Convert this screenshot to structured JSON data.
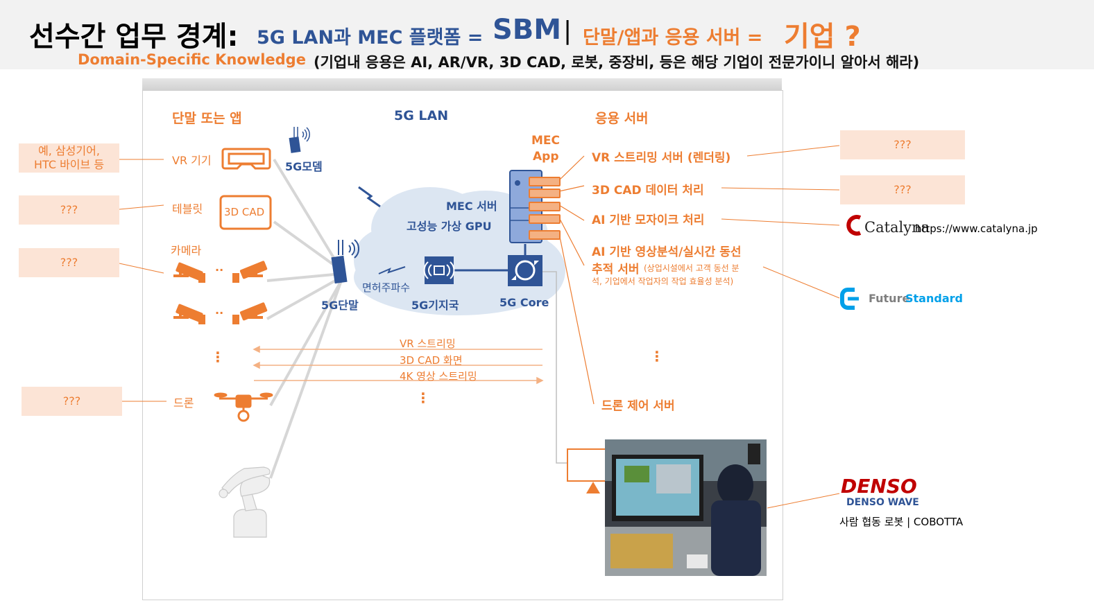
{
  "header": {
    "title_main": "선수간 업무 경계:",
    "title_5g": "5G LAN과 MEC 플랫폼 =",
    "title_sbm": "SBM",
    "title_bar": "|",
    "title_device": "단말/앱과 응용 서버 =",
    "title_enterprise": "기업 ?",
    "subtitle_orange": "Domain-Specific Knowledge",
    "subtitle_black": "(기업내 응용은 AI, AR/VR, 3D CAD, 로봇, 중장비, 등은 해당 기업이 전문가이니 알아서 해라)"
  },
  "columns": {
    "devices": "단말 또는 앱",
    "lan": "5G LAN",
    "servers": "응용 서버"
  },
  "devices": {
    "vr": "VR 기기",
    "tablet": "테블릿",
    "cad_badge": "3D CAD",
    "camera": "카메라",
    "dots_pair": "··",
    "vdots": "⋮",
    "drone": "드론",
    "modem": "5G모뎀",
    "terminal": "5G단말",
    "licensed": "면허주파수"
  },
  "network": {
    "mec_server": "MEC 서버",
    "gpu": "고성능 가상 GPU",
    "base_station": "5G기지국",
    "core": "5G Core",
    "mec_app_line1": "MEC",
    "mec_app_line2": "App"
  },
  "flows": [
    "VR 스트리밍",
    "3D CAD 화면",
    "4K 영상 스트리밍"
  ],
  "servers": {
    "vr": "VR 스트리밍 서버 (렌더링)",
    "cad": "3D CAD 데이터 처리",
    "mosaic": "AI 기반 모자이크 처리",
    "video_line1": "AI 기반 영상분석/실시간 동선",
    "video_line2": "추적 서버",
    "video_note1": "(상업시설에서 고객 동선 분",
    "video_note2": "석, 기업에서 작업자의 작업 효율성 분석)",
    "drone": "드론 제어 서버",
    "vdots": "⋮"
  },
  "left_boxes": {
    "vr_line1": "예, 삼성기어,",
    "vr_line2": "HTC 바이브 등",
    "tablet": "???",
    "camera": "???",
    "drone": "???"
  },
  "right_boxes": {
    "vr": "???",
    "cad": "???"
  },
  "companies": {
    "catalyna_logo": "Catalyna",
    "catalyna_url": "https://www.catalyna.jp",
    "future_logo_a": "Future",
    "future_logo_b": "Standard",
    "denso_logo": "DENSO",
    "denso_wave": "DENSO WAVE",
    "denso_caption": "사람 협동 로봇 | COBOTTA"
  },
  "colors": {
    "orange": "#ed7d31",
    "blue": "#2f5496",
    "peach": "#fce4d6",
    "cloud": "#dce6f2"
  }
}
